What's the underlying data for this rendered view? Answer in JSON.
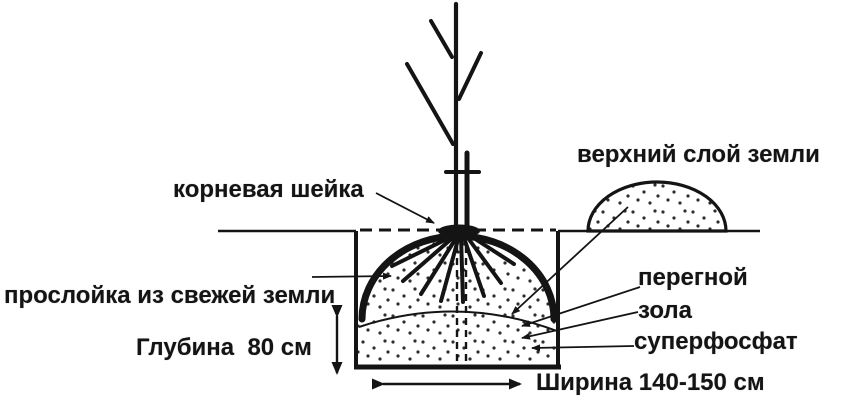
{
  "diagram": {
    "labels": {
      "root_collar": "корневая шейка",
      "top_soil": "верхний слой земли",
      "fresh_soil_layer": "прослойка из свежей земли",
      "depth": "Глубина  80 см",
      "humus": "перегной",
      "ash": "зола",
      "superphosphate": "суперфосфат",
      "width": "Ширина 140-150 см"
    },
    "measurements": {
      "depth_value_cm": "80",
      "width_value_cm": "140-150"
    },
    "colors": {
      "ink": "#141414",
      "background": "#ffffff",
      "soil_dots": "#2e2e2e"
    }
  }
}
